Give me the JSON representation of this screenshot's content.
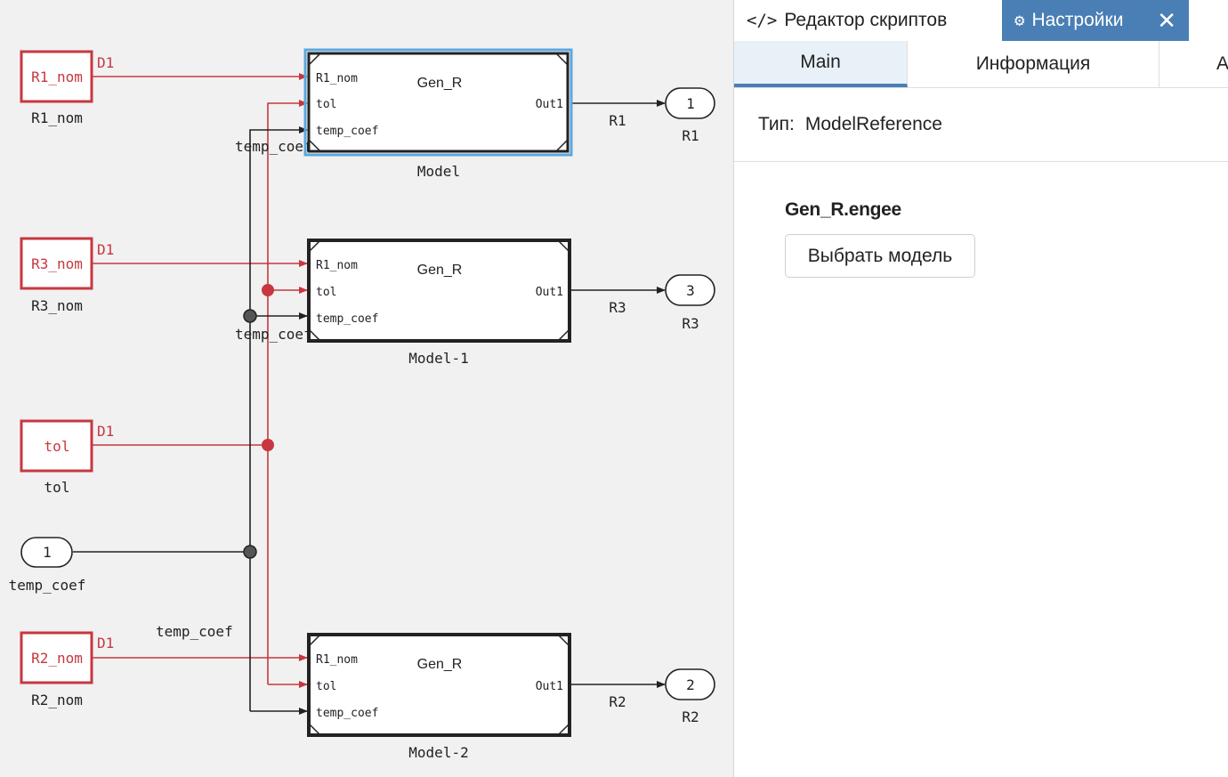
{
  "diagram": {
    "sources": [
      {
        "label": "R1_nom",
        "port": "D1",
        "caption": "R1_nom"
      },
      {
        "label": "R3_nom",
        "port": "D1",
        "caption": "R3_nom"
      },
      {
        "label": "tol",
        "port": "D1",
        "caption": "tol"
      },
      {
        "label": "R2_nom",
        "port": "D1",
        "caption": "R2_nom"
      }
    ],
    "inport": {
      "number": "1",
      "caption": "temp_coef"
    },
    "models": [
      {
        "title": "Gen_R",
        "caption": "Model",
        "in1": "R1_nom",
        "in2": "tol",
        "in3": "temp_coef",
        "out": "Out1"
      },
      {
        "title": "Gen_R",
        "caption": "Model-1",
        "in1": "R1_nom",
        "in2": "tol",
        "in3": "temp_coef",
        "out": "Out1"
      },
      {
        "title": "Gen_R",
        "caption": "Model-2",
        "in1": "R1_nom",
        "in2": "tol",
        "in3": "temp_coef",
        "out": "Out1"
      }
    ],
    "outports": [
      {
        "number": "1",
        "signal": "R1",
        "caption": "R1"
      },
      {
        "number": "3",
        "signal": "R3",
        "caption": "R3"
      },
      {
        "number": "2",
        "signal": "R2",
        "caption": "R2"
      }
    ],
    "signal_labels": {
      "temp_coef_a": "temp_coef",
      "temp_coef_b": "temp_coef",
      "temp_coef_c": "temp_coef"
    },
    "colors": {
      "data_source": "#c8373f",
      "signal": "#222222",
      "selection": "#5aa8e0"
    }
  },
  "panel": {
    "top_tabs": {
      "scripts": {
        "icon": "code-icon",
        "label": "Редактор скриптов"
      },
      "settings": {
        "icon": "gear-icon",
        "label": "Настройки",
        "close": "✕"
      }
    },
    "sub_tabs": {
      "main": "Main",
      "info": "Информация",
      "more": "А"
    },
    "type": {
      "label": "Тип:",
      "value": "ModelReference"
    },
    "model_file": "Gen_R.engee",
    "choose_button": "Выбрать модель",
    "accent": "#4a7fb5"
  }
}
